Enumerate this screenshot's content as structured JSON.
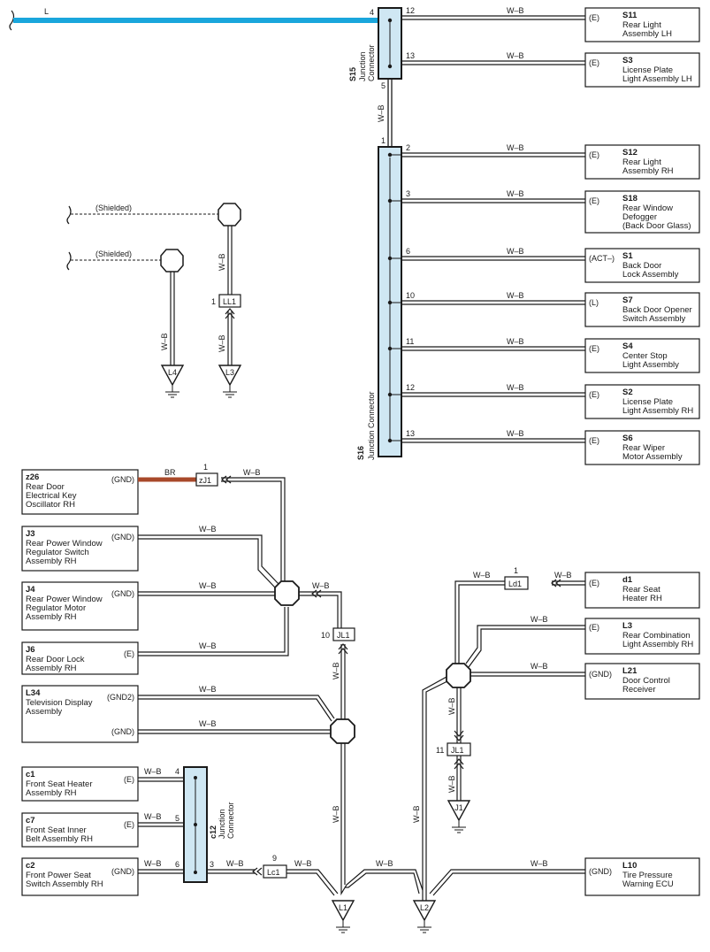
{
  "colors": {
    "blue_wire": "#1aa6dc",
    "brown_wire": "#a8492a",
    "junction_fill": "#cfe7f3",
    "line": "#1a1a1a"
  },
  "top": {
    "wire_L": "L",
    "wire_L_pin": "4",
    "s15": {
      "code": "S15",
      "name1": "Junction",
      "name2": "Connector",
      "pin5": "5",
      "link_wire": "W–B"
    },
    "s16": {
      "code": "S16",
      "name": "Junction Connector",
      "pin1": "1"
    }
  },
  "right_components": [
    {
      "pin": "12",
      "wire": "W–B",
      "term": "(E)",
      "code": "S11",
      "lines": [
        "Rear Light",
        "Assembly LH"
      ]
    },
    {
      "pin": "13",
      "wire": "W–B",
      "term": "(E)",
      "code": "S3",
      "lines": [
        "License Plate",
        "Light Assembly LH"
      ]
    },
    {
      "pin": "2",
      "wire": "W–B",
      "term": "(E)",
      "code": "S12",
      "lines": [
        "Rear Light",
        "Assembly RH"
      ]
    },
    {
      "pin": "3",
      "wire": "W–B",
      "term": "(E)",
      "code": "S18",
      "lines": [
        "Rear Window",
        "Defogger",
        "(Back Door Glass)"
      ]
    },
    {
      "pin": "6",
      "wire": "W–B",
      "term": "(ACT–)",
      "code": "S1",
      "lines": [
        "Back Door",
        "Lock Assembly"
      ]
    },
    {
      "pin": "10",
      "wire": "W–B",
      "term": "(L)",
      "code": "S7",
      "lines": [
        "Back Door Opener",
        "Switch Assembly"
      ]
    },
    {
      "pin": "11",
      "wire": "W–B",
      "term": "(E)",
      "code": "S4",
      "lines": [
        "Center Stop",
        "Light Assembly"
      ]
    },
    {
      "pin": "12",
      "wire": "W–B",
      "term": "(E)",
      "code": "S2",
      "lines": [
        "License Plate",
        "Light Assembly RH"
      ]
    },
    {
      "pin": "13",
      "wire": "W–B",
      "term": "(E)",
      "code": "S6",
      "lines": [
        "Rear Wiper",
        "Motor Assembly"
      ]
    }
  ],
  "shielded": {
    "label1": "(Shielded)",
    "label2": "(Shielded)",
    "wire_a": "W–B",
    "wire_b": "W–B",
    "wire_c": "W–B",
    "ll1_pin": "1",
    "ll1": "LL1",
    "ground_l3": "L3",
    "ground_l4": "L4"
  },
  "left_components": [
    {
      "code": "z26",
      "lines": [
        "Rear Door",
        "Electrical Key",
        "Oscillator RH"
      ],
      "term": "(GND)"
    },
    {
      "code": "J3",
      "lines": [
        "Rear Power Window",
        "Regulator Switch",
        "Assembly RH"
      ],
      "term": "(GND)"
    },
    {
      "code": "J4",
      "lines": [
        "Rear Power Window",
        "Regulator Motor",
        "Assembly RH"
      ],
      "term": "(GND)"
    },
    {
      "code": "J6",
      "lines": [
        "Rear Door Lock",
        "Assembly RH"
      ],
      "term": "(E)"
    },
    {
      "code": "L34",
      "lines": [
        "Television Display",
        "Assembly"
      ],
      "term": "(GND2)",
      "term2": "(GND)"
    },
    {
      "code": "c1",
      "lines": [
        "Front Seat Heater",
        "Assembly RH"
      ],
      "term": "(E)"
    },
    {
      "code": "c7",
      "lines": [
        "Front Seat Inner",
        "Belt Assembly RH"
      ],
      "term": "(E)"
    },
    {
      "code": "c2",
      "lines": [
        "Front Power Seat",
        "Switch Assembly RH"
      ],
      "term": "(GND)"
    }
  ],
  "lower_left": {
    "br": "BR",
    "zj1_pin": "1",
    "zj1": "zJ1",
    "zj1_wire": "W–B",
    "j3_wire": "W–B",
    "j4_wire": "W–B",
    "j6_wire": "W–B",
    "l34_wire1": "W–B",
    "l34_wire2": "W–B",
    "splice_out_wire": "W–B",
    "jl1_pin": "10",
    "jl1": "JL1",
    "jl1_down_wire": "W–B",
    "c12": {
      "code": "c12",
      "name1": "Junction",
      "name2": "Connector",
      "pin4": "4",
      "pin5": "5",
      "pin6": "6",
      "pin3": "3"
    },
    "c1_wire": "W–B",
    "c7_wire": "W–B",
    "c2_wire": "W–B",
    "c12_out_wire": "W–B",
    "lc1_pin": "9",
    "lc1": "Lc1",
    "lc1_wire": "W–B",
    "l1_l2_wire": "W–B",
    "l2_up_wire": "W–B",
    "ground_l1": "L1",
    "ground_l2": "L2"
  },
  "lower_right": {
    "components": [
      {
        "code": "d1",
        "lines": [
          "Rear Seat",
          "Heater RH"
        ],
        "term": "(E)"
      },
      {
        "code": "L3",
        "lines": [
          "Rear Combination",
          "Light Assembly RH"
        ],
        "term": "(E)"
      },
      {
        "code": "L21",
        "lines": [
          "Door Control",
          "Receiver"
        ],
        "term": "(GND)"
      },
      {
        "code": "L10",
        "lines": [
          "Tire Pressure",
          "Warning ECU"
        ],
        "term": "(GND)"
      }
    ],
    "ld1_pin": "1",
    "ld1": "Ld1",
    "ld1_wire_left": "W–B",
    "ld1_wire_right": "W–B",
    "l3_wire": "W–B",
    "l21_wire": "W–B",
    "splice_down_wire": "W–B",
    "jl1_pin": "11",
    "jl1": "JL1",
    "jl1_down_wire": "W–B",
    "ground_j1": "J1",
    "l10_wire": "W–B"
  }
}
